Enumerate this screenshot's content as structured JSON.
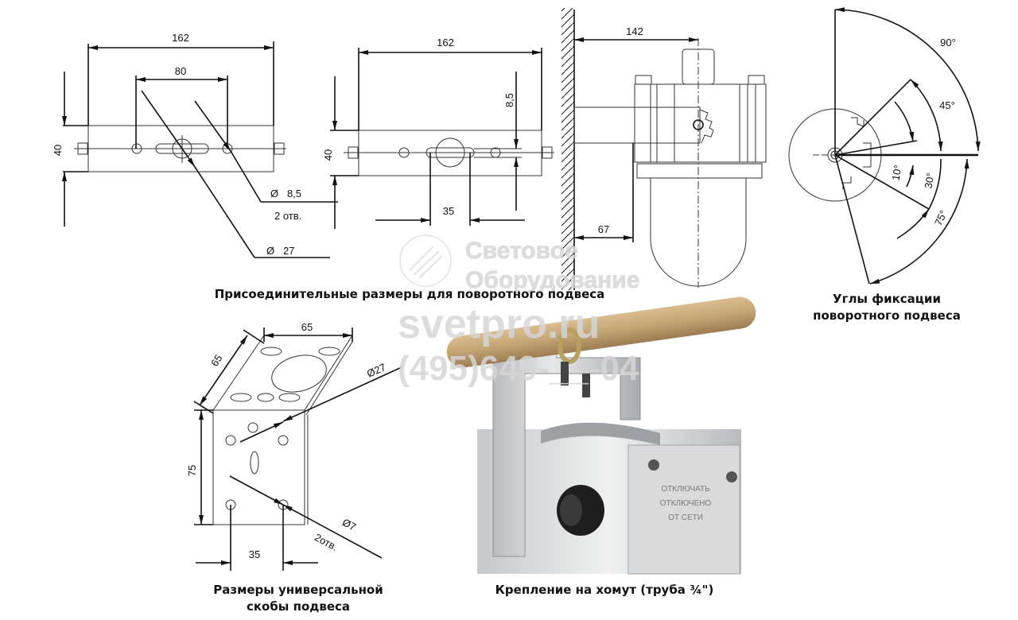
{
  "drawings": {
    "front_view": {
      "width": "162",
      "hole_spacing": "80",
      "height": "40",
      "small_hole_label": "Ø   8,5",
      "small_hole_count": "2 отв.",
      "large_hole_label": "Ø   27"
    },
    "top_view": {
      "width": "162",
      "height": "40",
      "slot_width": "8,5",
      "slot_length": "35"
    },
    "side_view": {
      "depth": "142",
      "bracket_offset": "67"
    },
    "angles_view": {
      "angles": [
        "90°",
        "45°",
        "10°",
        "30°",
        "75°"
      ]
    },
    "bracket_view": {
      "top_width": "65",
      "diagonal": "65",
      "large_hole": "Ø27",
      "height": "75",
      "small_hole": "Ø7",
      "small_hole_count": "2отв.",
      "hole_spacing": "35"
    }
  },
  "captions": {
    "mounting_dimensions": "Присоединительные размеры для поворотного подвеса",
    "fixation_angles_line1": "Углы фиксации",
    "fixation_angles_line2": "поворотного подвеса",
    "universal_bracket_line1": "Размеры универсальной",
    "universal_bracket_line2": "скобы подвеса",
    "clamp_mount": "Крепление на хомут (труба ¾\")"
  },
  "watermark": {
    "brand_line1": "Световое",
    "brand_line2": "Оборудование",
    "site": "svetpro.ru",
    "phone": "(495)649-__-04"
  },
  "photo": {
    "label_line1": "ОТКЛЮЧАТЬ",
    "label_line2": "ОТКЛЮЧЕНО",
    "label_line3": "ОТ СЕТИ",
    "colors": {
      "pipe": "#c8a878",
      "metal": "#c9ccd0",
      "gland": "#1e1e1e"
    }
  }
}
